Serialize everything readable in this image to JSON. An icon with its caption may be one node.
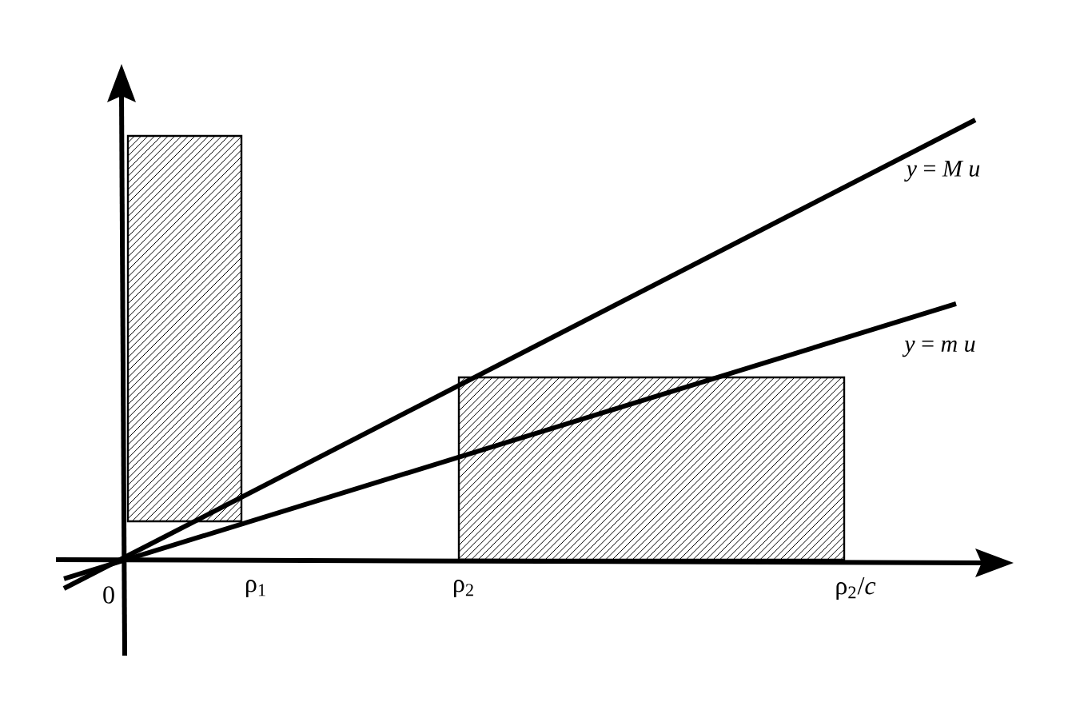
{
  "diagram": {
    "labels": [
      "*y* = *M u*",
      "*y* = *m u*",
      "0",
      "ρ$_{1}$",
      "ρ$_{2}$",
      "ρ$_{2}$/*c*"
    ]
  }
}
